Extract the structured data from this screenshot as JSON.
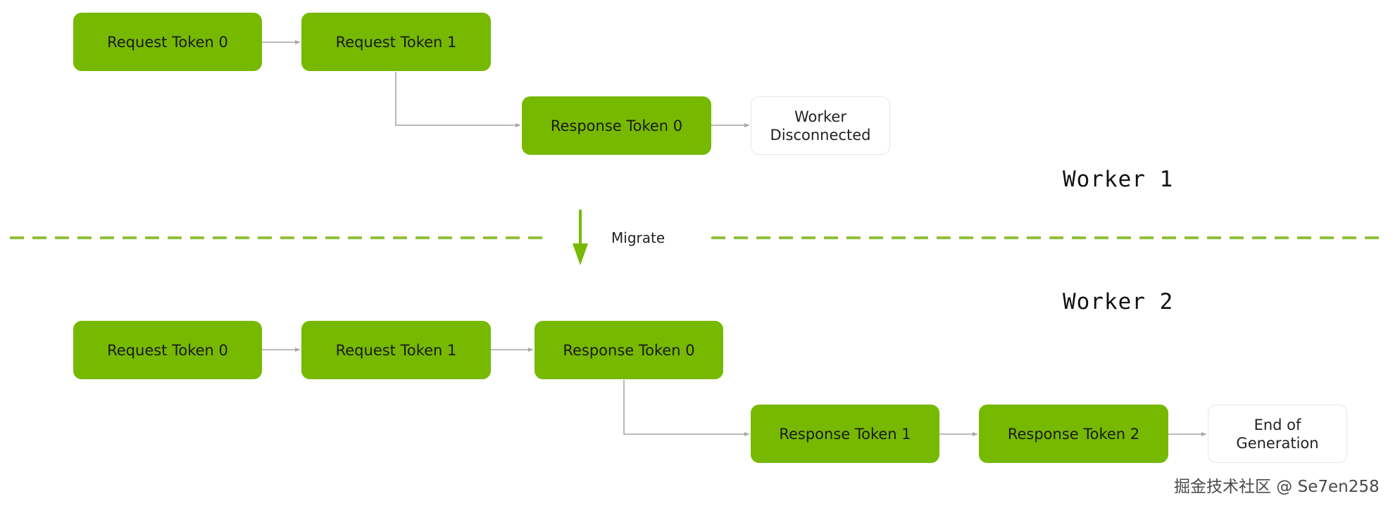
{
  "colors": {
    "green": "#76b900",
    "connector": "#a6a6a6",
    "divider": "#8fc03a"
  },
  "worker1": {
    "label": "Worker 1",
    "request_token_0": "Request Token 0",
    "request_token_1": "Request Token 1",
    "response_token_0": "Response Token 0",
    "status": "Worker\nDisconnected"
  },
  "migration": {
    "label": "Migrate"
  },
  "worker2": {
    "label": "Worker 2",
    "request_token_0": "Request Token 0",
    "request_token_1": "Request Token 1",
    "response_token_0": "Response Token 0",
    "response_token_1": "Response Token 1",
    "response_token_2": "Response Token 2",
    "status": "End of\nGeneration"
  },
  "watermark": "掘金技术社区 @ Se7en258"
}
